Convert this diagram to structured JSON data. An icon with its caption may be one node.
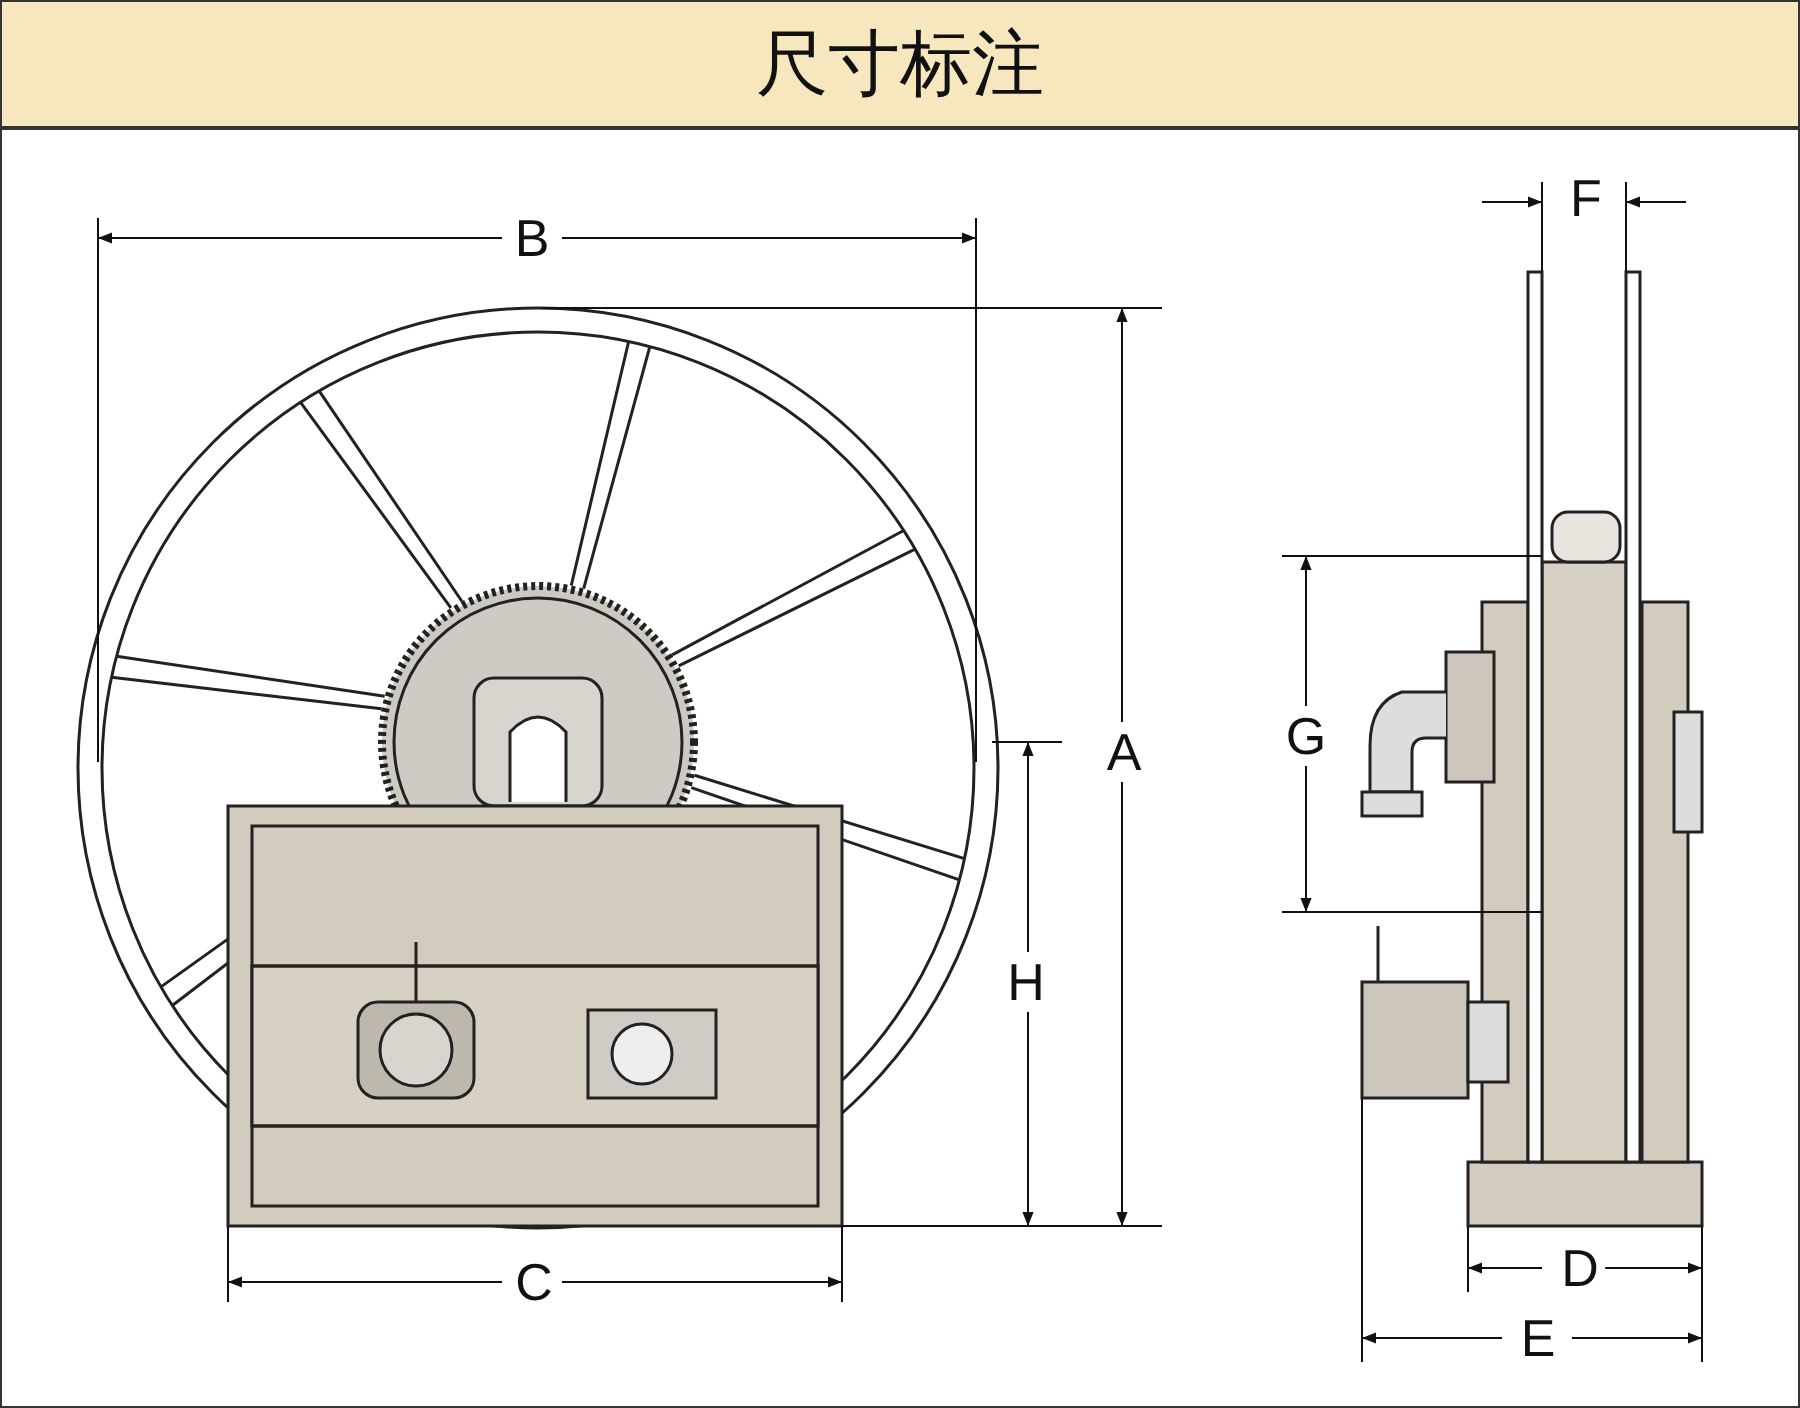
{
  "diagram": {
    "title": "尺寸标注",
    "labels": [
      "F",
      "B",
      "G",
      "A",
      "H",
      "D",
      "C",
      "E"
    ]
  }
}
